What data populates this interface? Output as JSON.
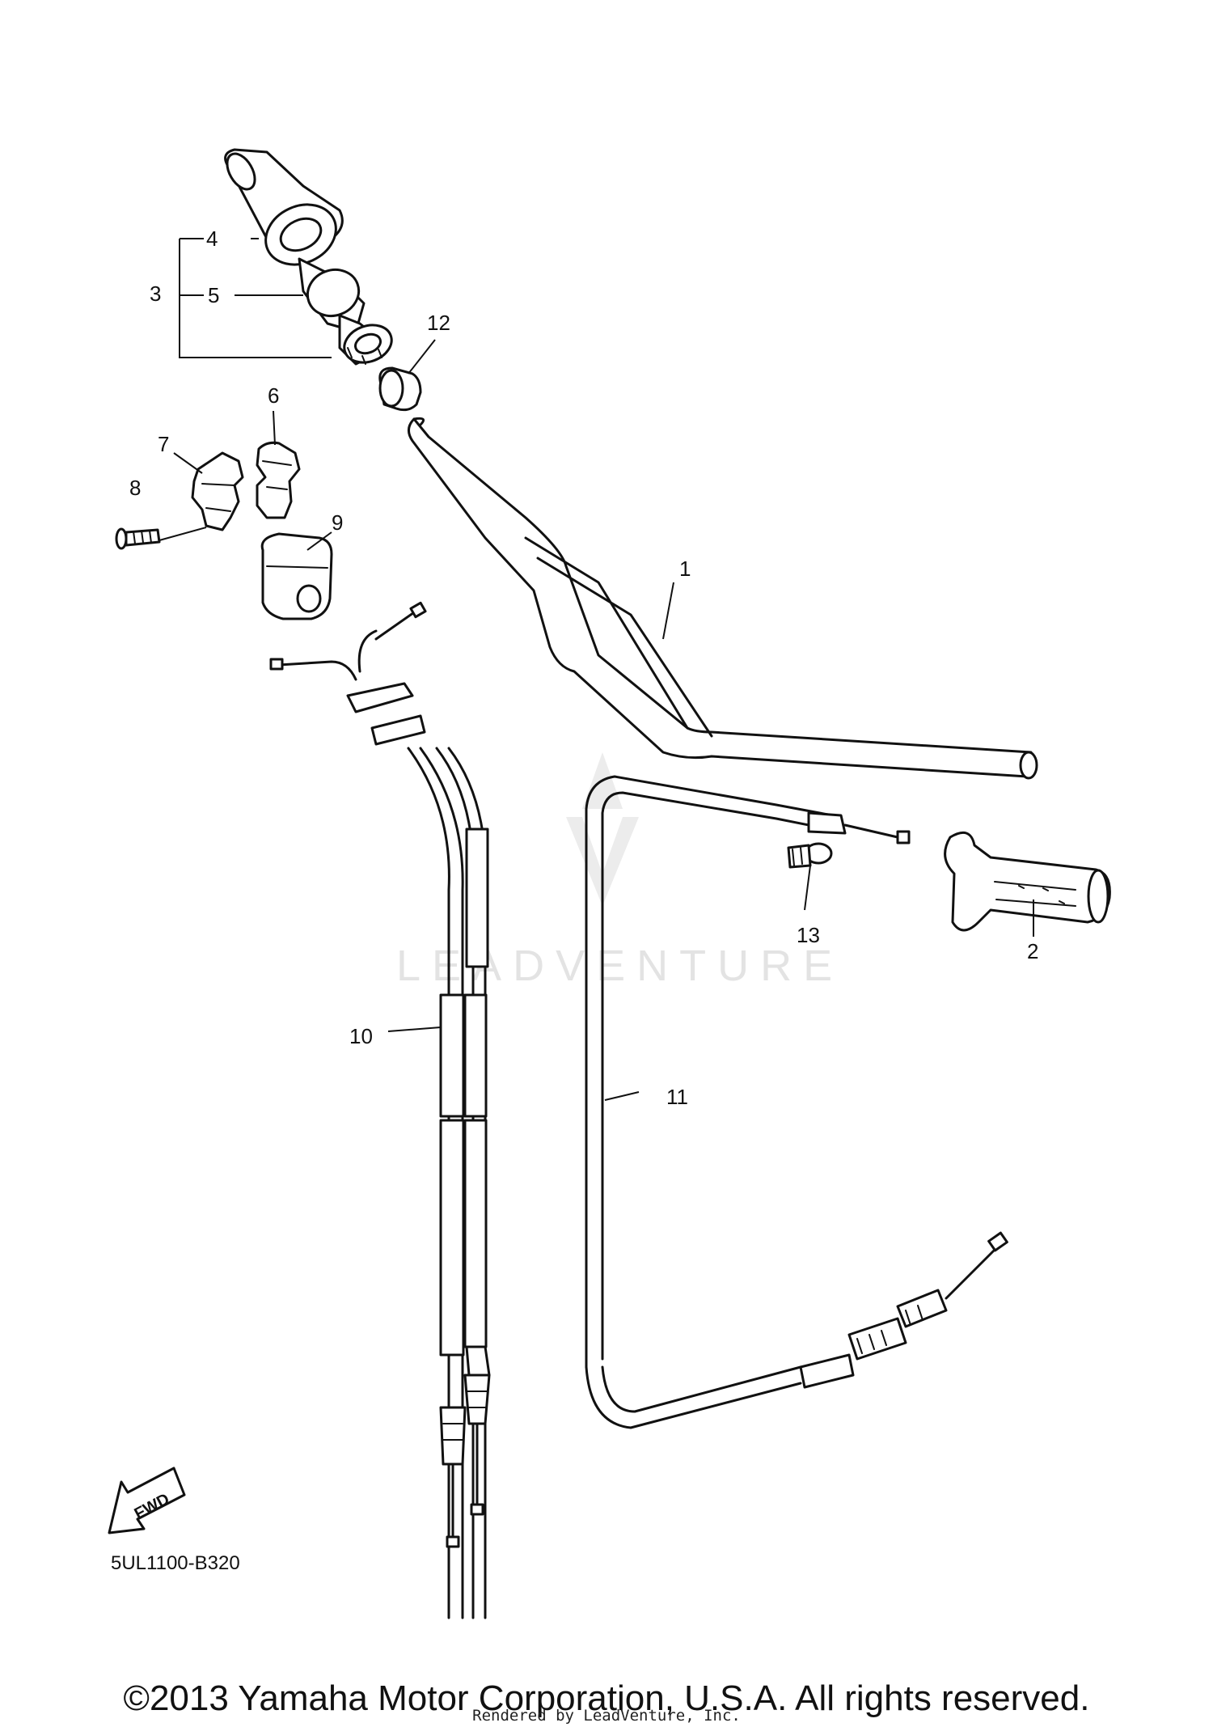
{
  "diagram_code": "5UL1100-B320",
  "watermark": "LEADVENTURE",
  "fwd_label": "FWD",
  "callouts": {
    "c1": "1",
    "c2": "2",
    "c3": "3",
    "c4": "4",
    "c5": "5",
    "c6": "6",
    "c7": "7",
    "c8": "8",
    "c9": "9",
    "c10": "10",
    "c11": "11",
    "c12": "12",
    "c13": "13"
  },
  "copyright": "©2013 Yamaha Motor Corporation, U.S.A. All rights reserved.",
  "rendered_by": "Rendered by LeadVenture, Inc."
}
